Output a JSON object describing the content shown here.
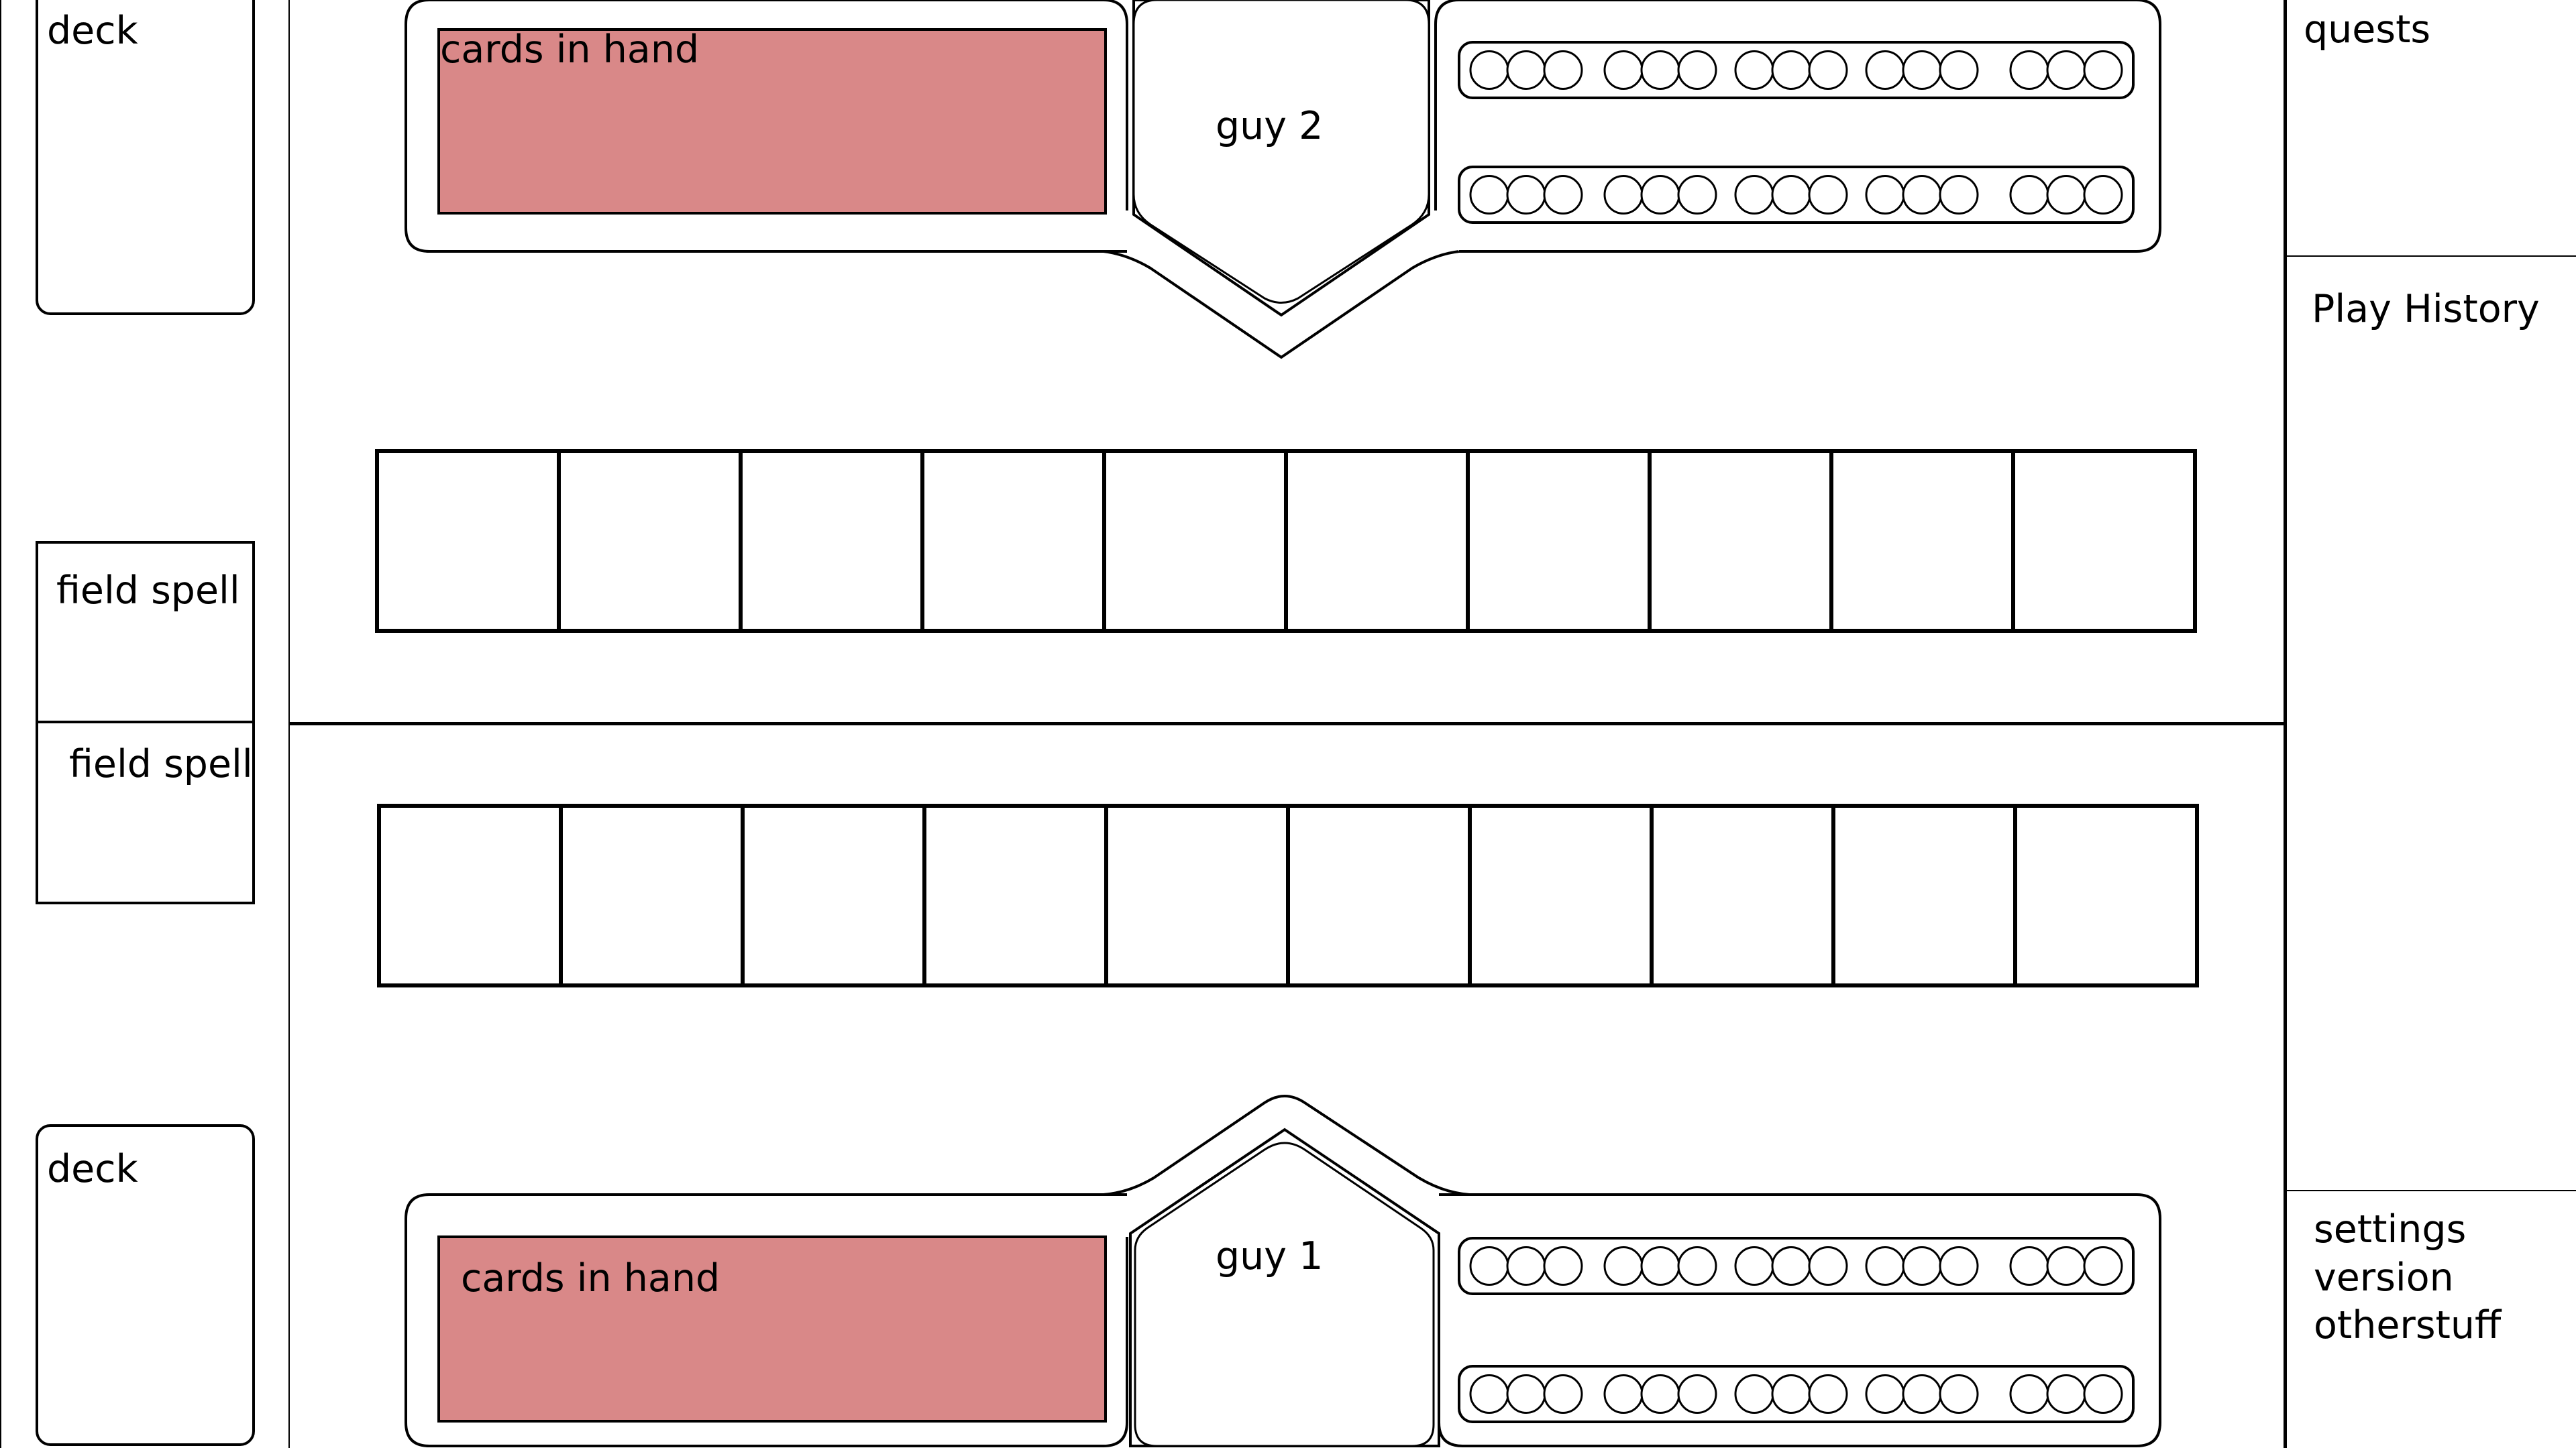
{
  "deck_column": {
    "opponent_deck_label": "deck",
    "opponent_field_spell_label": "field spell",
    "player_field_spell_label": "field spell",
    "player_deck_label": "deck"
  },
  "opponent": {
    "hand_label": "cards in hand",
    "portrait_label": "guy 2",
    "hand_color": "#d98888"
  },
  "player": {
    "hand_label": "cards in hand",
    "portrait_label": "guy 1",
    "hand_color": "#d98888"
  },
  "board": {
    "opponent_row_slots": 10,
    "player_row_slots": 10
  },
  "resource_tracks": {
    "rows_per_player": 2,
    "groups_per_row": 5,
    "circles_per_group": 3
  },
  "right_panel": {
    "quests_label": "quests",
    "history_label": "Play History",
    "footer_lines": [
      "settings",
      "version",
      "otherstuff"
    ]
  }
}
